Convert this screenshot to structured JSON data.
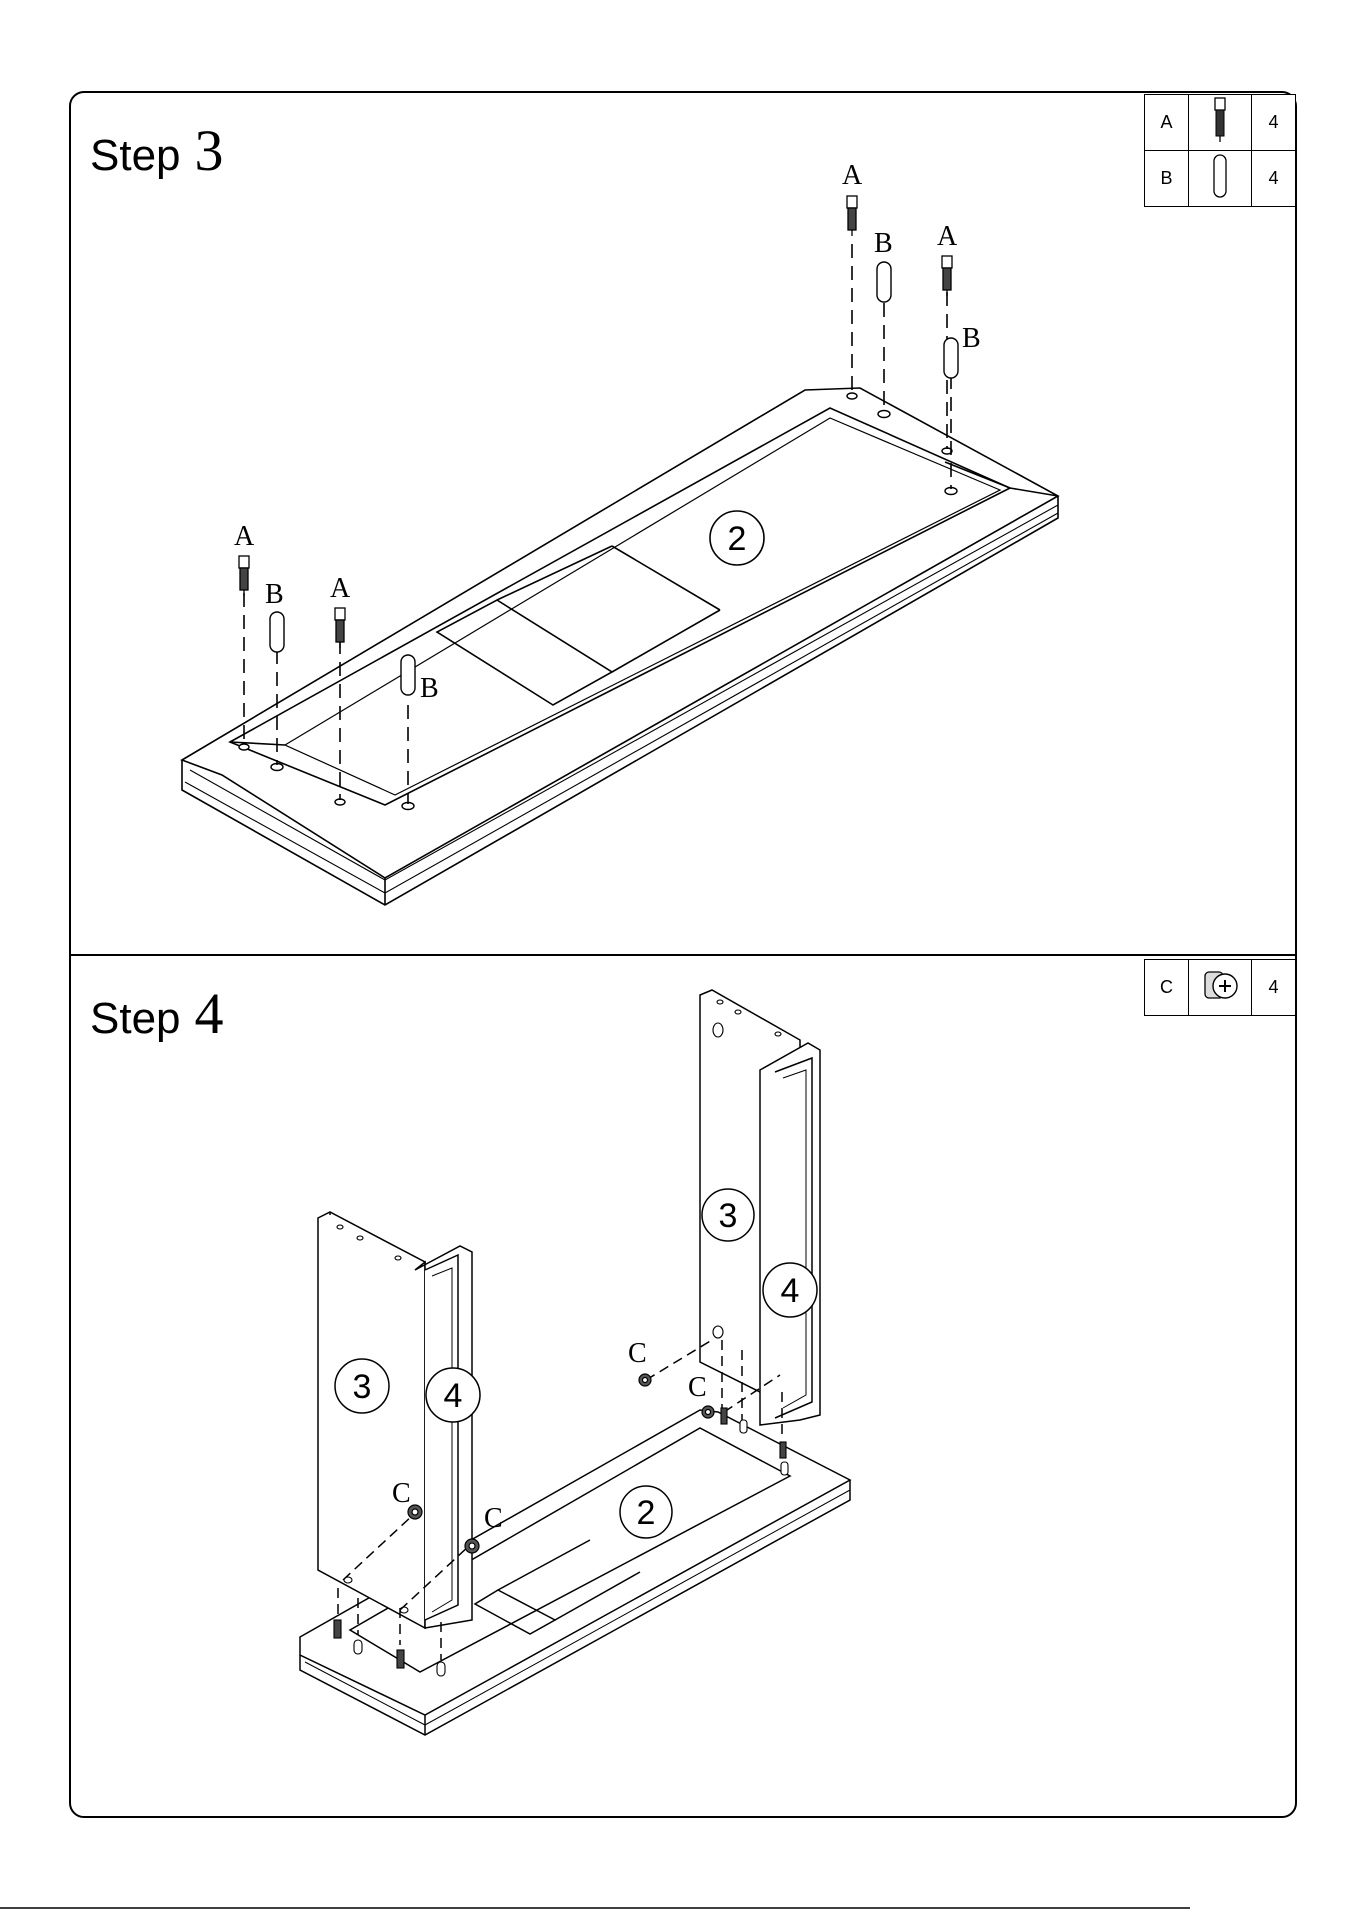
{
  "step3": {
    "word": "Step",
    "number": "3",
    "parts": [
      {
        "letter": "A",
        "icon": "cam-bolt-icon",
        "qty": "4"
      },
      {
        "letter": "B",
        "icon": "wooden-dowel-icon",
        "qty": "4"
      }
    ],
    "panel_label": "2",
    "callouts": [
      "A",
      "B",
      "A",
      "B",
      "A",
      "B",
      "A",
      "B"
    ]
  },
  "step4": {
    "word": "Step",
    "number": "4",
    "parts": [
      {
        "letter": "C",
        "icon": "cam-lock-icon",
        "qty": "4"
      }
    ],
    "base_label": "2",
    "left_side_label": "3",
    "left_leg_label": "4",
    "right_side_label": "3",
    "right_leg_label": "4",
    "callouts": [
      "C",
      "C",
      "C",
      "C"
    ]
  }
}
